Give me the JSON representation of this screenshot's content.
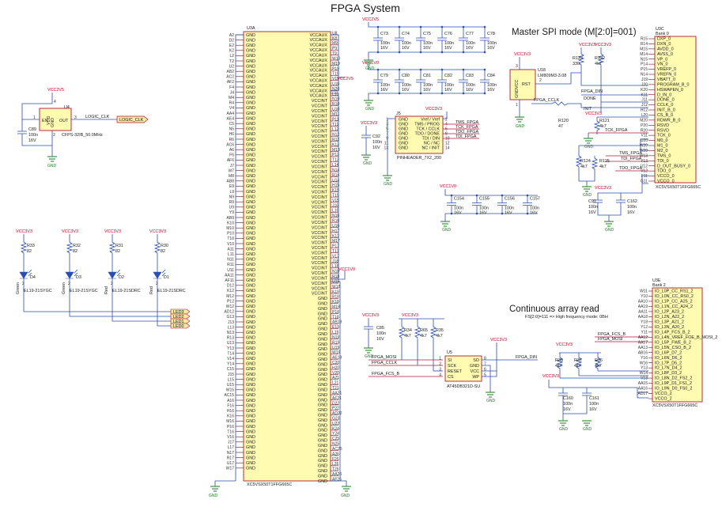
{
  "title": "FPGA System",
  "u3a": {
    "ref": "U3A",
    "part": "XC5VSX50T1FFG665C",
    "left_pins": [
      [
        "A2",
        "GND"
      ],
      [
        "D2",
        "GND"
      ],
      [
        "E2",
        "GND"
      ],
      [
        "K2",
        "GND"
      ],
      [
        "L2",
        "GND"
      ],
      [
        "T2",
        "GND"
      ],
      [
        "U2",
        "GND"
      ],
      [
        "AB2",
        "GND"
      ],
      [
        "AC2",
        "GND"
      ],
      [
        "AF2",
        "GND"
      ],
      [
        "F4",
        "GND"
      ],
      [
        "J4",
        "GND"
      ],
      [
        "M4",
        "GND"
      ],
      [
        "R4",
        "GND"
      ],
      [
        "V4",
        "GND"
      ],
      [
        "AA4",
        "GND"
      ],
      [
        "AE4",
        "GND"
      ],
      [
        "C5",
        "GND"
      ],
      [
        "N5",
        "GND"
      ],
      [
        "H6",
        "GND"
      ],
      [
        "R6",
        "GND"
      ],
      [
        "AC6",
        "GND"
      ],
      [
        "A6",
        "GND"
      ],
      [
        "F6",
        "GND"
      ],
      [
        "AF6",
        "GND"
      ],
      [
        "J7",
        "GND"
      ],
      [
        "W7",
        "GND"
      ],
      [
        "M8",
        "GND"
      ],
      [
        "AB8",
        "GND"
      ],
      [
        "E9",
        "GND"
      ],
      [
        "L9",
        "GND"
      ],
      [
        "N9",
        "GND"
      ],
      [
        "R9",
        "GND"
      ],
      [
        "U9",
        "GND"
      ],
      [
        "Y9",
        "GND"
      ],
      [
        "AB9",
        "GND"
      ],
      [
        "K10",
        "GND"
      ],
      [
        "M10",
        "GND"
      ],
      [
        "P10",
        "GND"
      ],
      [
        "T10",
        "GND"
      ],
      [
        "V10",
        "GND"
      ],
      [
        "A11",
        "GND"
      ],
      [
        "L11",
        "GND"
      ],
      [
        "N11",
        "GND"
      ],
      [
        "R11",
        "GND"
      ],
      [
        "U11",
        "GND"
      ],
      [
        "AA11",
        "GND"
      ],
      [
        "AF11",
        "GND"
      ],
      [
        "D12",
        "GND"
      ],
      [
        "K12",
        "GND"
      ],
      [
        "M12",
        "GND"
      ],
      [
        "P12",
        "GND"
      ],
      [
        "W12",
        "GND"
      ],
      [
        "AD12",
        "GND"
      ],
      [
        "G13",
        "GND"
      ],
      [
        "J13",
        "GND"
      ],
      [
        "L13",
        "GND"
      ],
      [
        "N13",
        "GND"
      ],
      [
        "R13",
        "GND"
      ],
      [
        "U13",
        "GND"
      ],
      [
        "Y13",
        "GND"
      ],
      [
        "T14",
        "GND"
      ],
      [
        "V14",
        "GND"
      ],
      [
        "Y14",
        "GND"
      ],
      [
        "C15",
        "GND"
      ],
      [
        "J15",
        "GND"
      ],
      [
        "L15",
        "GND"
      ],
      [
        "U15",
        "GND"
      ],
      [
        "W15",
        "GND"
      ],
      [
        "AC15",
        "GND"
      ],
      [
        "A16",
        "GND"
      ],
      [
        "F16",
        "GND"
      ],
      [
        "H16",
        "GND"
      ],
      [
        "K16",
        "GND"
      ],
      [
        "M16",
        "GND"
      ],
      [
        "P16",
        "GND"
      ],
      [
        "T16",
        "GND"
      ],
      [
        "V16",
        "GND"
      ],
      [
        "J17",
        "GND"
      ],
      [
        "L17",
        "GND"
      ],
      [
        "N17",
        "GND"
      ],
      [
        "R17",
        "GND"
      ],
      [
        "U17",
        "GND"
      ],
      [
        "W17",
        "GND"
      ]
    ],
    "right_pins": [
      [
        "U8",
        "VCCAUX"
      ],
      [
        "K8",
        "VCCAUX"
      ],
      [
        "M9",
        "VCCAUX"
      ],
      [
        "P9",
        "VCCAUX"
      ],
      [
        "T9",
        "VCCAUX"
      ],
      [
        "W10",
        "VCCAUX"
      ],
      [
        "M19",
        "VCCAUX"
      ],
      [
        "P19",
        "VCCAUX"
      ],
      [
        "T19",
        "VCCAUX"
      ],
      [
        "V19",
        "VCCAUX"
      ],
      [
        "U16",
        "VCCAUX"
      ],
      [
        "N20",
        "VCCAUX"
      ],
      [
        "L10",
        "VCCAUX"
      ],
      [
        "N10",
        "VCCINT"
      ],
      [
        "R10",
        "VCCINT"
      ],
      [
        "U10",
        "VCCINT"
      ],
      [
        "M11",
        "VCCINT"
      ],
      [
        "P11",
        "VCCINT"
      ],
      [
        "T11",
        "VCCINT"
      ],
      [
        "L12",
        "VCCINT"
      ],
      [
        "N12",
        "VCCINT"
      ],
      [
        "R12",
        "VCCINT"
      ],
      [
        "K13",
        "VCCINT"
      ],
      [
        "M13",
        "VCCINT"
      ],
      [
        "P13",
        "VCCINT"
      ],
      [
        "T13",
        "VCCINT"
      ],
      [
        "L14",
        "VCCINT"
      ],
      [
        "N14",
        "VCCINT"
      ],
      [
        "R14",
        "VCCINT"
      ],
      [
        "U14",
        "VCCINT"
      ],
      [
        "H15",
        "VCCINT"
      ],
      [
        "K15",
        "VCCINT"
      ],
      [
        "T15",
        "VCCINT"
      ],
      [
        "V15",
        "VCCINT"
      ],
      [
        "J16",
        "VCCINT"
      ],
      [
        "L16",
        "VCCINT"
      ],
      [
        "N16",
        "VCCINT"
      ],
      [
        "R16",
        "VCCINT"
      ],
      [
        "U16",
        "VCCINT"
      ],
      [
        "H17",
        "VCCINT"
      ],
      [
        "K17",
        "VCCINT"
      ],
      [
        "M17",
        "VCCINT"
      ],
      [
        "P17",
        "VCCINT"
      ],
      [
        "T17",
        "VCCINT"
      ],
      [
        "V17",
        "VCCINT"
      ],
      [
        "J18",
        "VCCINT"
      ],
      [
        "L18",
        "VCCINT"
      ],
      [
        "N18",
        "VCCINT"
      ],
      [
        "R18",
        "VCCINT"
      ],
      [
        "U18",
        "VCCINT"
      ],
      [
        "W18",
        "VCCINT"
      ],
      [
        "K19",
        "VCCINT"
      ],
      [
        "B18",
        "GND"
      ],
      [
        "K18",
        "GND"
      ],
      [
        "M18",
        "GND"
      ],
      [
        "P18",
        "GND"
      ],
      [
        "T18",
        "GND"
      ],
      [
        "AB18",
        "GND"
      ],
      [
        "E19",
        "GND"
      ],
      [
        "L19",
        "GND"
      ],
      [
        "N19",
        "GND"
      ],
      [
        "R19",
        "GND"
      ],
      [
        "U19",
        "GND"
      ],
      [
        "W19",
        "GND"
      ],
      [
        "AE19",
        "GND"
      ],
      [
        "C20",
        "GND"
      ],
      [
        "H20",
        "GND"
      ],
      [
        "V20",
        "GND"
      ],
      [
        "A21",
        "GND"
      ],
      [
        "L21",
        "GND"
      ],
      [
        "T21",
        "GND"
      ],
      [
        "AA21",
        "GND"
      ],
      [
        "AF21",
        "GND"
      ],
      [
        "D22",
        "GND"
      ],
      [
        "P22",
        "GND"
      ],
      [
        "AD22",
        "GND"
      ],
      [
        "G23",
        "GND"
      ],
      [
        "U23",
        "GND"
      ],
      [
        "K24",
        "GND"
      ],
      [
        "Y24",
        "GND"
      ],
      [
        "C25",
        "GND"
      ],
      [
        "N25",
        "GND"
      ],
      [
        "AC25",
        "GND"
      ],
      [
        "A26",
        "GND"
      ],
      [
        "F26",
        "GND"
      ],
      [
        "L26",
        "GND"
      ],
      [
        "T26",
        "GND"
      ],
      [
        "AA26",
        "GND"
      ],
      [
        "AF26",
        "GND"
      ]
    ]
  },
  "rails": {
    "vccaux": "VCC2V5",
    "vccint": "VCC1V0",
    "vcc33": "VCC3V3",
    "gnd": "GND"
  },
  "osc": {
    "ref": "U4",
    "part": "CFPS-32IB_50.0MHz",
    "en": "EN",
    "out": "OUT",
    "gnd_pin": "GND",
    "vdd_pin": "VDD",
    "pin1": "1",
    "pin2": "2",
    "pin3": "3",
    "pin4": "4",
    "net": "LOGIC_CLK",
    "cap": "C89",
    "cap_val": "100n",
    "cap_v": "16V",
    "rail": "VCC2V5"
  },
  "caps_top": [
    {
      "ref": "C73",
      "val": "100n",
      "v": "16V"
    },
    {
      "ref": "C74",
      "val": "100n",
      "v": "16V"
    },
    {
      "ref": "C75",
      "val": "100n",
      "v": "16V"
    },
    {
      "ref": "C76",
      "val": "100n",
      "v": "16V"
    },
    {
      "ref": "C77",
      "val": "100n",
      "v": "16V"
    },
    {
      "ref": "C78",
      "val": "100n",
      "v": "16V"
    }
  ],
  "caps_mid": [
    {
      "ref": "C79",
      "val": "100n",
      "v": "16V"
    },
    {
      "ref": "C80",
      "val": "100n",
      "v": "16V"
    },
    {
      "ref": "C81",
      "val": "100n",
      "v": "16V"
    },
    {
      "ref": "C82",
      "val": "100n",
      "v": "16V"
    },
    {
      "ref": "C83",
      "val": "100n",
      "v": "16V"
    },
    {
      "ref": "C84",
      "val": "100n",
      "v": "16V"
    }
  ],
  "caps_low": [
    {
      "ref": "C154",
      "val": "100n",
      "v": "16V"
    },
    {
      "ref": "C155",
      "val": "100n",
      "v": "16V"
    },
    {
      "ref": "C156",
      "val": "100n",
      "v": "16V"
    },
    {
      "ref": "C157",
      "val": "100n",
      "v": "16V"
    }
  ],
  "jtag": {
    "ref": "J5",
    "part": "PINHEADER_7X2_200",
    "cap": "C92",
    "cap_val": "100n",
    "cap_v": "16V",
    "rows": [
      {
        "l": "1",
        "ln": "GND",
        "rn": "Vref / Vref",
        "r": "2",
        "net": ""
      },
      {
        "l": "3",
        "ln": "GND",
        "rn": "TMS / PROG",
        "r": "4",
        "net": "TMS_FPGA"
      },
      {
        "l": "5",
        "ln": "GND",
        "rn": "TCK / CCLK",
        "r": "6",
        "net": "TCK_FPGA"
      },
      {
        "l": "7",
        "ln": "GND",
        "rn": "TDO / DONE",
        "r": "8",
        "net": "TDO_FPGA"
      },
      {
        "l": "9",
        "ln": "GND",
        "rn": "TDI / DIN",
        "r": "10",
        "net": "TDI_FPGA"
      },
      {
        "l": "11",
        "ln": "GND",
        "rn": "NC / NC",
        "r": "12",
        "net": ""
      },
      {
        "l": "13",
        "ln": "GND",
        "rn": "NC / INIT",
        "r": "14",
        "net": ""
      }
    ]
  },
  "spi": {
    "heading": "Master SPI mode (M[2:0]=001)",
    "reset_ref": "U18",
    "reset_part": "LM809M3-3.08",
    "reset_rst": "RST",
    "reset_vcc": "VCC",
    "reset_gnd": "GND",
    "reset_p1": "1",
    "reset_p2": "2",
    "reset_p3": "3",
    "r123": "R123",
    "r123_val": "330",
    "r122": "R122",
    "r122_val": "4k7",
    "r120": "R120",
    "r120_val": "47",
    "r121": "R121",
    "r121_val": "4k7",
    "r124": "R124",
    "r124_val": "4k7",
    "r125": "R125",
    "r125_val": "4k7",
    "net_din": "FPGA_DIN",
    "net_done": "DONE",
    "net_init": "INIT",
    "net_cclk": "FPGA_CCLK",
    "net_tck": "TCK_FPGA",
    "net_tms": "TMS_FPGA",
    "net_tdi": "TDI_FPGA",
    "net_tdo": "TDO_FPGA",
    "cap1": "C91",
    "cap1_val": "100n",
    "cap1_v": "16V",
    "cap2": "C162",
    "cap2_val": "100n",
    "cap2_v": "16V"
  },
  "u3c": {
    "ref": "U3C",
    "bank": "Bank 0",
    "part": "XC5VSX50T1FFG665C",
    "pins": [
      [
        "R15",
        "DXP_0"
      ],
      [
        "R14",
        "DXN_0"
      ],
      [
        "M15",
        "AVDD_0"
      ],
      [
        "M14",
        "AVSS_0"
      ],
      [
        "N15",
        "VP_0"
      ],
      [
        "P14",
        "VN_0"
      ],
      [
        "P15",
        "VREFP_0"
      ],
      [
        "N14",
        "VREFN_0"
      ],
      [
        "J19",
        "VBATT_0"
      ],
      [
        "J20",
        "PROGRAM_B_0"
      ],
      [
        "K20",
        "HSWAPEN_0"
      ],
      [
        "K11",
        "D_IN_0"
      ],
      [
        "J11",
        "DONE_0"
      ],
      [
        "J12",
        "CCLK_0"
      ],
      [
        "H12",
        "INIT_B_0"
      ],
      [
        "L20",
        "CS_B_0"
      ],
      [
        "M20",
        "RDWR_B_0"
      ],
      [
        "P20",
        "RSVD"
      ],
      [
        "R20",
        "RSVD"
      ],
      [
        "V11",
        "TCK_0"
      ],
      [
        "U20",
        "M0_0"
      ],
      [
        "W20",
        "M1_0"
      ],
      [
        "W20",
        "M2_0"
      ],
      [
        "W13",
        "TMS_0"
      ],
      [
        "Y13",
        "TDI_0"
      ],
      [
        "U12",
        "D_OUT_BUSY_0"
      ],
      [
        "V12",
        "TDO_0"
      ],
      [
        "F11",
        "VCCO_0"
      ],
      [
        "G11",
        "VCCO_0"
      ]
    ]
  },
  "array": {
    "heading": "Continuous array read",
    "subheading": "FS[2:0]=111 => High frequency mode: 0BH",
    "u5_ref": "U5",
    "u5_part": "AT45DB321D-SU",
    "u5_pins": [
      {
        "n": "1",
        "name": "SI",
        "rn": "SO",
        "r": "8"
      },
      {
        "n": "2",
        "name": "SCK",
        "rn": "GND",
        "r": "7"
      },
      {
        "n": "3",
        "name": "RESET",
        "rn": "VCC",
        "r": "6"
      },
      {
        "n": "4",
        "name": "CS",
        "rn": "WP",
        "r": "5"
      }
    ],
    "r34": "R34",
    "r35": "R35",
    "r65": "R65",
    "r_val": "4k7",
    "cap": "C85",
    "cap_val": "100n",
    "cap_v": "16V",
    "net_mosi": "FPGA_MOSI",
    "net_cclk": "FPGA_CCLK",
    "net_cs": "FPGA_FCS_B",
    "net_din": "FPGA_DIN",
    "r39": "R39",
    "r37": "R37",
    "r36": "R36",
    "cap1": "C160",
    "cap1_val": "100n",
    "cap1_v": "16V",
    "cap2": "C161",
    "cap2_val": "100n",
    "cap2_v": "16V"
  },
  "u3e": {
    "ref": "U3E",
    "bank": "Bank 2",
    "part": "XC5VSX50T1FFG665C",
    "pins": [
      [
        "W11",
        "IO_L0P_CC_RS1_2"
      ],
      [
        "Y10",
        "IO_L0N_CC_RS0_2"
      ],
      [
        "AA10",
        "IO_L1P_CC_A25_2"
      ],
      [
        "AA19",
        "IO_L1N_CC_A24_2"
      ],
      [
        "AA11",
        "IO_L2P_A23_2"
      ],
      [
        "AA18",
        "IO_L2N_A22_2"
      ],
      [
        "Y18",
        "IO_L3P_A21_2"
      ],
      [
        "Y12",
        "IO_L3N_A20_2"
      ],
      [
        "Y11",
        "IO_L4P_FCS_B_2"
      ],
      [
        "AA12",
        "IO_L4N_VREF_FOE_B_MOSI_2"
      ],
      [
        "AA17",
        "IO_L5P_FWE_B_2"
      ],
      [
        "AA13",
        "IO_L5N_CSO_B_2"
      ],
      [
        "AB16",
        "IO_L6P_D7_2"
      ],
      [
        "Y16",
        "IO_L6N_D6_2"
      ],
      [
        "W16",
        "IO_L7P_D5_2"
      ],
      [
        "Y13",
        "IO_L7N_D4_2"
      ],
      [
        "W14",
        "IO_L8P_D3_2"
      ],
      [
        "V13",
        "IO_L8N_D2_FS2_2"
      ],
      [
        "AA15",
        "IO_L9P_D1_FS1_2"
      ],
      [
        "AA16",
        "IO_L9N_D0_FS0_2"
      ],
      [
        "AD17",
        "VCCO_2"
      ],
      [
        "",
        "VCCO_2"
      ]
    ],
    "net_cs": "FPGA_FCS_B",
    "net_mosi": "FPGA_MOSI"
  },
  "leds": [
    {
      "ref": "D4",
      "part": "EL19-21SYGC",
      "color": "Green",
      "r": "R33",
      "rv": "82",
      "net": "LED3"
    },
    {
      "ref": "D3",
      "part": "EL19-21SYGC",
      "color": "Green",
      "r": "R32",
      "rv": "82",
      "net": "LED2"
    },
    {
      "ref": "D2",
      "part": "EL19-21SDRC",
      "color": "Red",
      "r": "R31",
      "rv": "82",
      "net": "LED1"
    },
    {
      "ref": "D1",
      "part": "EL19-21SDRC",
      "color": "Red",
      "r": "R30",
      "rv": "82",
      "net": "LED0"
    }
  ],
  "colors": {
    "wire": "#2b4fb0",
    "body": "#fffbb0",
    "border": "#b0183a",
    "gnd": "#1f7a1f",
    "net_label": "#f3e9a0"
  }
}
